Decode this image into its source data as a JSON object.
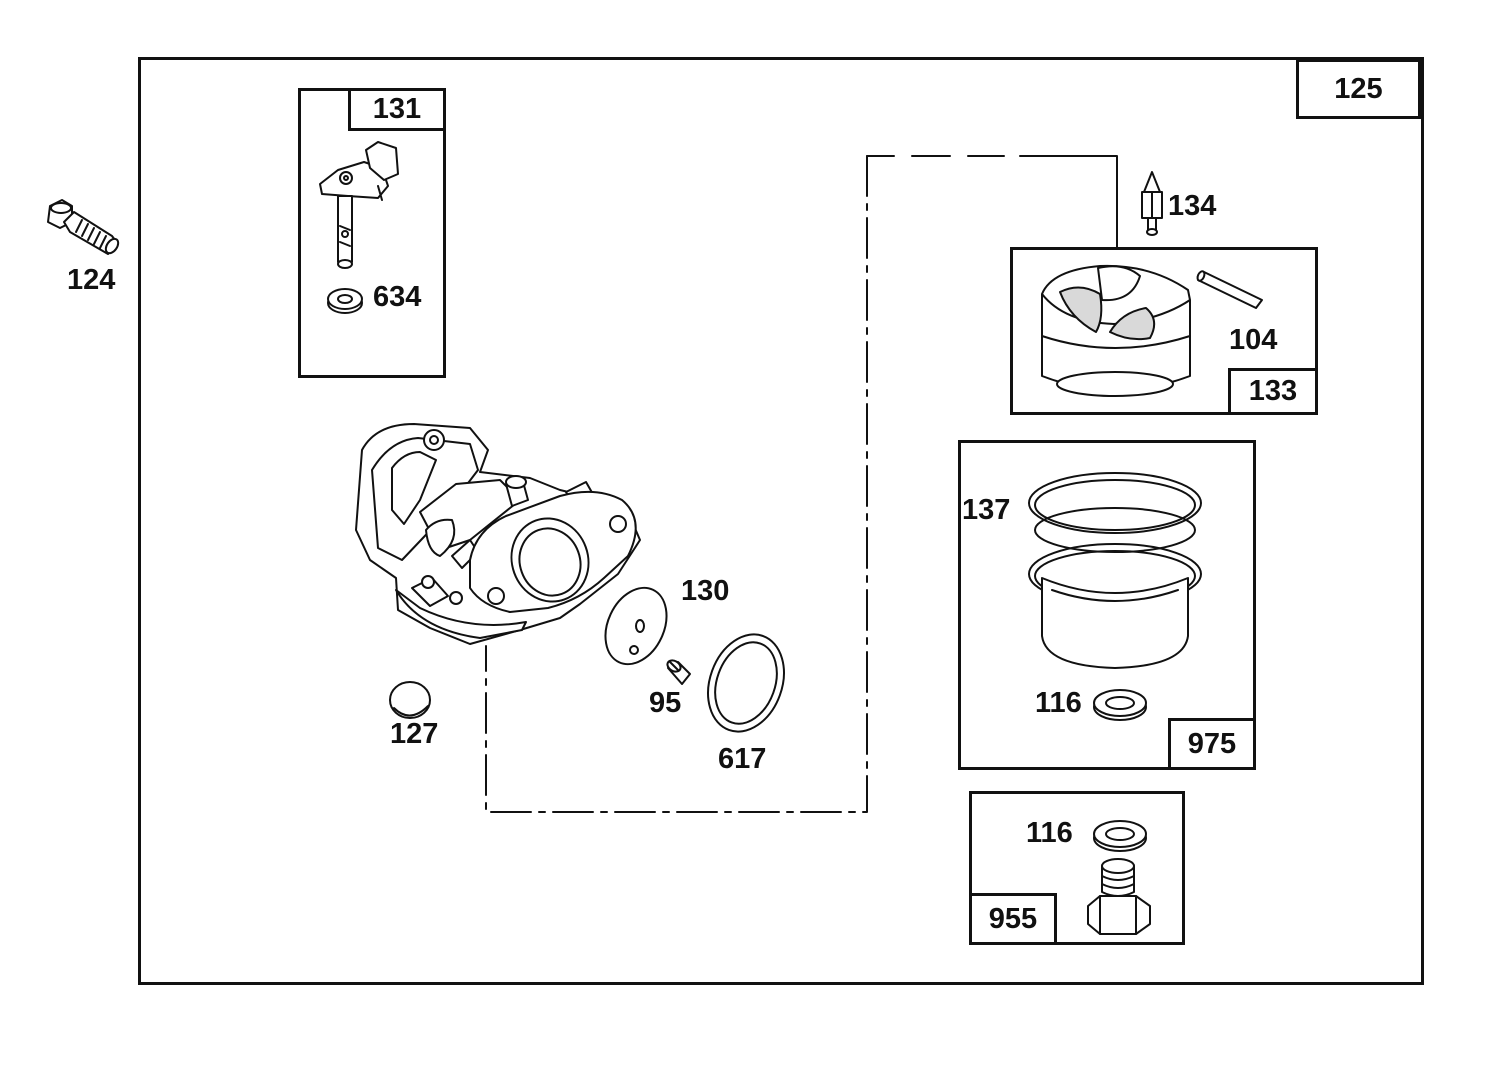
{
  "diagram": {
    "outer_kit_label": "125",
    "kits": {
      "k131": "131",
      "k133": "133",
      "k975": "975",
      "k955": "955"
    },
    "parts": {
      "p124": "124",
      "p634": "634",
      "p134": "134",
      "p104": "104",
      "p137": "137",
      "p116a": "116",
      "p116b": "116",
      "p130": "130",
      "p95": "95",
      "p617": "617",
      "p127": "127"
    },
    "colors": {
      "ink": "#111111",
      "paper": "#ffffff",
      "shade": "#d9d9d9"
    }
  }
}
